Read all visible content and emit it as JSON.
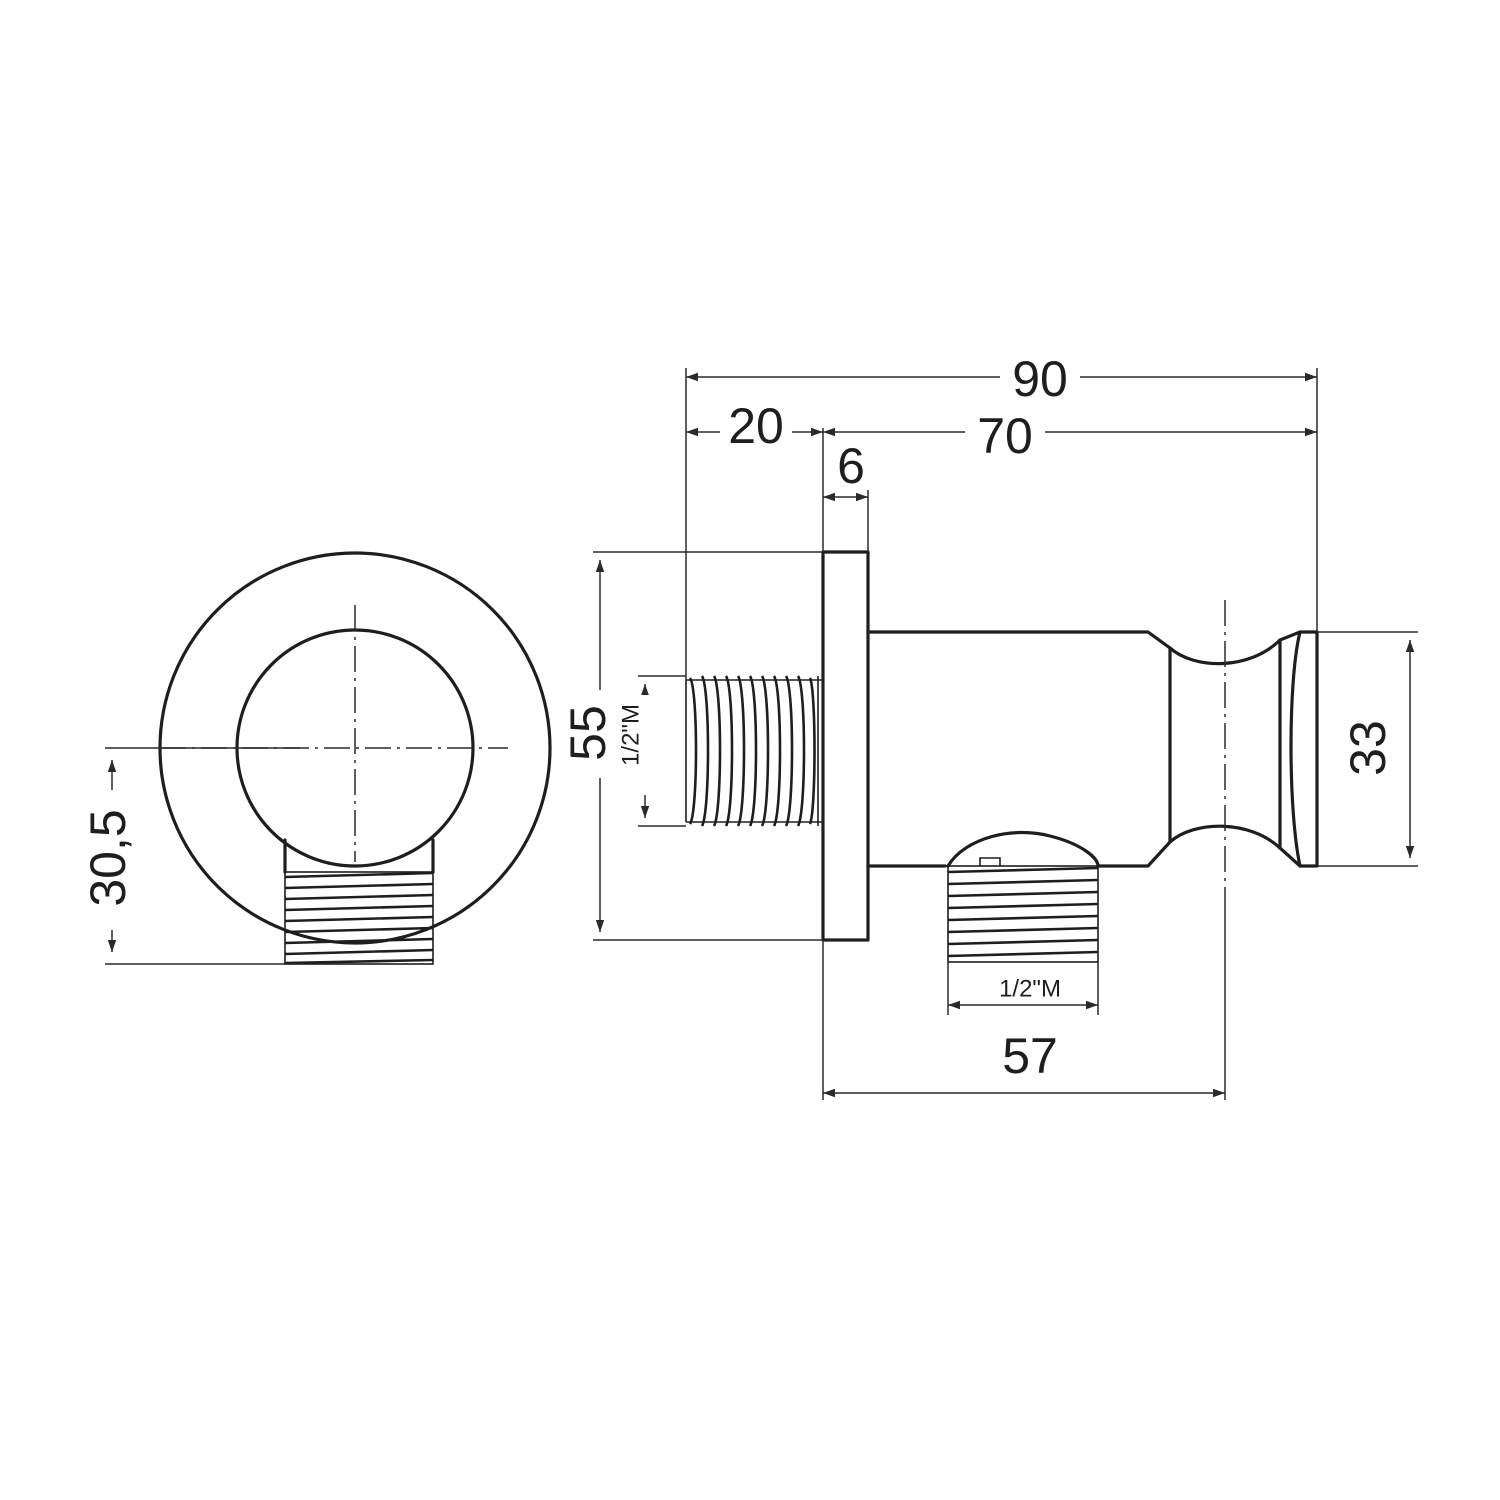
{
  "dimensions": {
    "overall_length": "90",
    "wall_thread_length": "20",
    "body_length": "70",
    "flange_thickness": "6",
    "flange_diameter": "55",
    "outlet_offset": "57",
    "holder_diameter": "33",
    "front_outlet_height": "30,5"
  },
  "thread_specs": {
    "wall_thread": "1/2\"M",
    "outlet_thread": "1/2\"M"
  }
}
